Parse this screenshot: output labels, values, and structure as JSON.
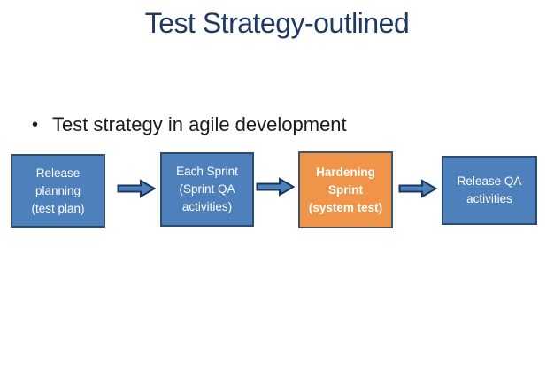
{
  "slide": {
    "title": "Test Strategy-outlined",
    "bullet": {
      "marker": "•",
      "text": "Test strategy in agile development"
    }
  },
  "diagram": {
    "boxes": [
      {
        "name": "release-planning",
        "variant": "blue",
        "lines": [
          "Release",
          "planning",
          "(test plan)"
        ]
      },
      {
        "name": "each-sprint",
        "variant": "blue",
        "lines": [
          "Each Sprint",
          "(Sprint QA",
          "activities)"
        ]
      },
      {
        "name": "hardening-sprint",
        "variant": "orange",
        "lines": [
          "Hardening",
          "Sprint",
          "(system test)"
        ]
      },
      {
        "name": "release-qa",
        "variant": "blue",
        "lines": [
          "Release QA",
          "activities"
        ]
      }
    ],
    "arrows": [
      "right-block-arrow",
      "right-block-arrow",
      "right-block-arrow"
    ]
  },
  "colors": {
    "title_text": "#1f3864",
    "bullet_text": "#1b1b1b",
    "box_blue_fill": "#4e81bc",
    "box_blue_border": "#2c4d6e",
    "box_orange_fill": "#f0944a",
    "box_orange_border": "#3f546b",
    "box_text": "#ffffff",
    "arrow_fill": "#4e81bc",
    "arrow_outline": "#17375e",
    "background": "#ffffff"
  }
}
